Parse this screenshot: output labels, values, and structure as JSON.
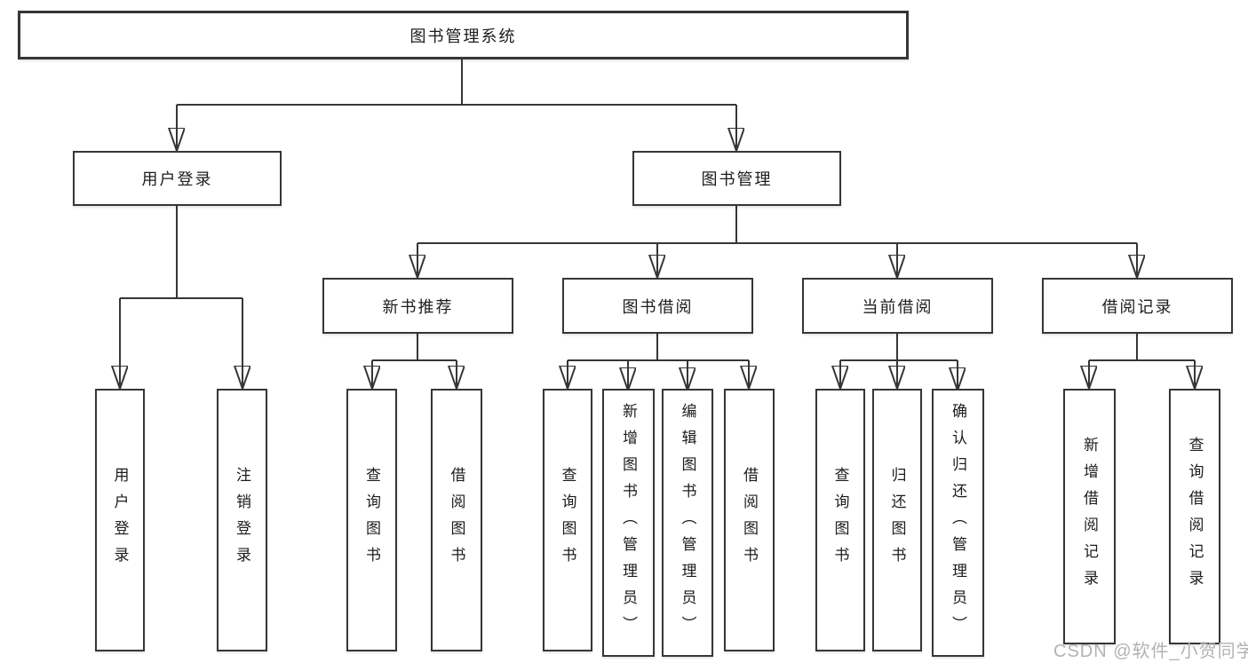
{
  "diagram": {
    "root": {
      "label": "图书管理系统",
      "children": [
        {
          "label": "用户登录",
          "children": [
            {
              "label": "用户登录"
            },
            {
              "label": "注销登录"
            }
          ]
        },
        {
          "label": "图书管理",
          "children": [
            {
              "label": "新书推荐",
              "children": [
                {
                  "label": "查询图书"
                },
                {
                  "label": "借阅图书"
                }
              ]
            },
            {
              "label": "图书借阅",
              "children": [
                {
                  "label": "查询图书"
                },
                {
                  "label": "新增图书（管理员）"
                },
                {
                  "label": "编辑图书（管理员）"
                },
                {
                  "label": "借阅图书"
                }
              ]
            },
            {
              "label": "当前借阅",
              "children": [
                {
                  "label": "查询图书"
                },
                {
                  "label": "归还图书"
                },
                {
                  "label": "确认归还（管理员）"
                }
              ]
            },
            {
              "label": "借阅记录",
              "children": [
                {
                  "label": "新增借阅记录"
                },
                {
                  "label": "查询借阅记录"
                }
              ]
            }
          ]
        }
      ]
    }
  },
  "watermark": {
    "text": "CSDN @软件_小贺同学"
  },
  "colors": {
    "line": "#363636",
    "text": "#1c1c1c",
    "background": "#ffffff",
    "watermark_text": "#b2b2b2"
  }
}
